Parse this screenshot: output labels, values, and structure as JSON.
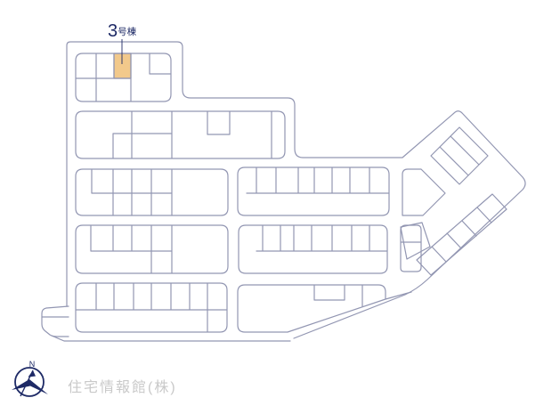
{
  "plan": {
    "unit_number": "3",
    "unit_suffix": "号棟",
    "compass_label": "N",
    "watermark": "住宅情報館(株)"
  },
  "highlighted_unit": {
    "label": "3号棟",
    "status": "highlighted"
  },
  "colors": {
    "line": "#9296b2",
    "highlight": "#f2c98b",
    "label": "#1e2a66",
    "compass": "#1e2a66",
    "watermark": "#c9c9c9"
  }
}
